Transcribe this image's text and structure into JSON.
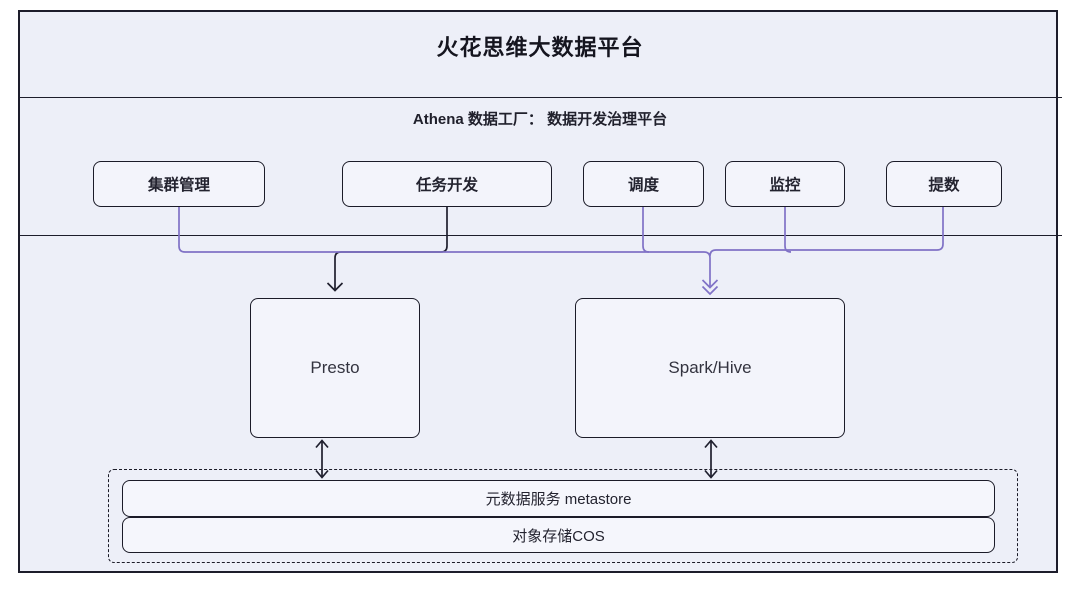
{
  "diagram": {
    "title": "火花思维大数据平台",
    "athena_section": {
      "label": "Athena 数据工厂： 数据开发治理平台",
      "modules": [
        {
          "id": "cluster-management",
          "label": "集群管理"
        },
        {
          "id": "task-development",
          "label": "任务开发"
        },
        {
          "id": "scheduling",
          "label": "调度"
        },
        {
          "id": "monitoring",
          "label": "监控"
        },
        {
          "id": "data-extraction",
          "label": "提数"
        }
      ]
    },
    "engines": [
      {
        "id": "presto",
        "label": "Presto"
      },
      {
        "id": "spark-hive",
        "label": "Spark/Hive"
      }
    ],
    "storage_layer": {
      "items": [
        {
          "id": "metastore",
          "label": "元数据服务 metastore"
        },
        {
          "id": "cos",
          "label": "对象存储COS"
        }
      ]
    },
    "edges": [
      {
        "from": "集群管理",
        "to": "Spark/Hive",
        "color": "purple",
        "style": "arrow"
      },
      {
        "from": "任务开发",
        "to": "Presto",
        "color": "black",
        "style": "arrow"
      },
      {
        "from": "调度",
        "to": "Spark/Hive",
        "color": "purple",
        "style": "arrow"
      },
      {
        "from": "监控",
        "to": "Spark/Hive",
        "color": "purple",
        "style": "arrow"
      },
      {
        "from": "提数",
        "to": "Spark/Hive",
        "color": "purple",
        "style": "arrow"
      },
      {
        "from": "Presto",
        "to": "元数据服务 metastore",
        "color": "black",
        "style": "double-arrow"
      },
      {
        "from": "Spark/Hive",
        "to": "元数据服务 metastore",
        "color": "black",
        "style": "double-arrow"
      }
    ],
    "colors": {
      "frame_background": "#edeff8",
      "node_background": "#f3f4fb",
      "border": "#1b1b28",
      "purple_edge": "#8072c6",
      "black_edge": "#1f1f2e"
    }
  }
}
